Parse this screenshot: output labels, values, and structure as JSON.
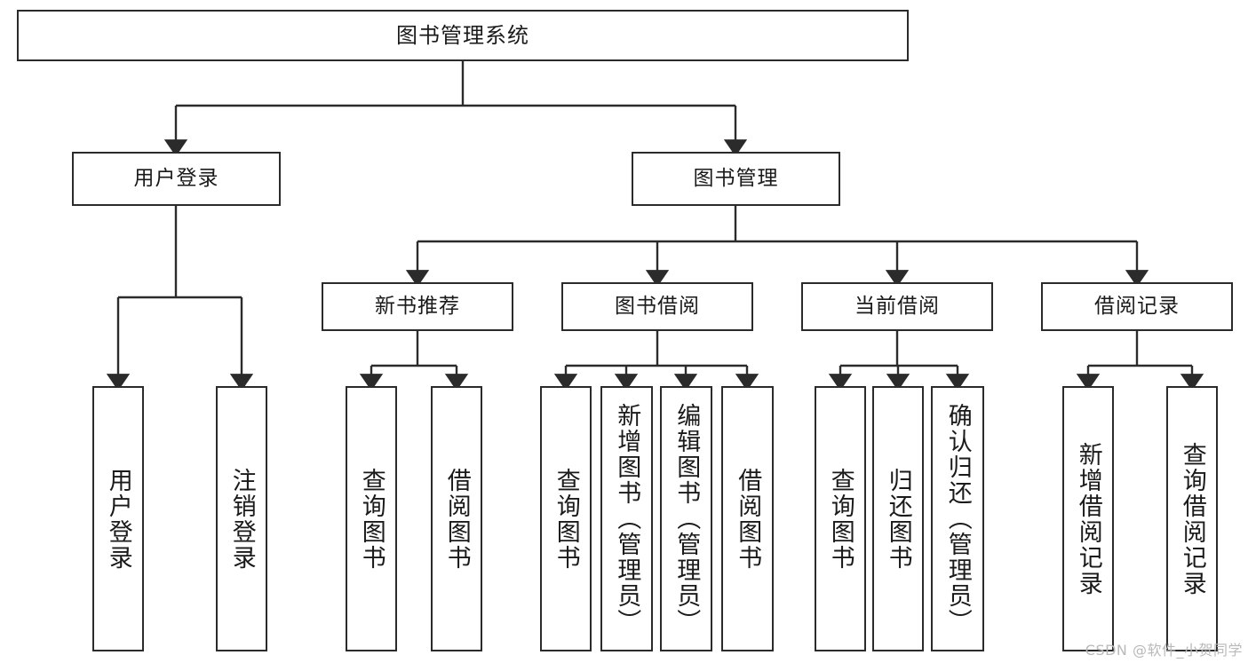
{
  "diagram": {
    "title": "图书管理系统",
    "type": "functional-structure-tree",
    "watermark": "CSDN @软件_小贺同学",
    "colors": {
      "box_border": "#2b2b2b",
      "box_fill": "#ffffff",
      "edge": "#2b2b2b",
      "text": "#1a1a1a",
      "watermark": "#b9b9b9"
    }
  },
  "nodes": {
    "root": {
      "label": "图书管理系统"
    },
    "level2": [
      {
        "id": "user-login",
        "label": "用户登录"
      },
      {
        "id": "book-manage",
        "label": "图书管理"
      }
    ],
    "level3": [
      {
        "id": "new-book-recommend",
        "label": "新书推荐"
      },
      {
        "id": "book-borrow",
        "label": "图书借阅"
      },
      {
        "id": "current-borrow",
        "label": "当前借阅"
      },
      {
        "id": "borrow-record",
        "label": "借阅记录"
      }
    ],
    "leaves": {
      "user_login": [
        {
          "id": "leaf-user-login",
          "label": "用户登录"
        },
        {
          "id": "leaf-logout-login",
          "label": "注销登录"
        }
      ],
      "new_book_recommend": [
        {
          "id": "leaf-query-book-1",
          "label": "查询图书"
        },
        {
          "id": "leaf-borrow-book-1",
          "label": "借阅图书"
        }
      ],
      "book_borrow": [
        {
          "id": "leaf-query-book-2",
          "label": "查询图书"
        },
        {
          "id": "leaf-add-book",
          "label": "新增图书（管理员）"
        },
        {
          "id": "leaf-edit-book",
          "label": "编辑图书（管理员）"
        },
        {
          "id": "leaf-borrow-book-2",
          "label": "借阅图书"
        }
      ],
      "current_borrow": [
        {
          "id": "leaf-query-book-3",
          "label": "查询图书"
        },
        {
          "id": "leaf-return-book",
          "label": "归还图书"
        },
        {
          "id": "leaf-confirm-return",
          "label": "确认归还（管理员）"
        }
      ],
      "borrow_record": [
        {
          "id": "leaf-add-record",
          "label": "新增借阅记录"
        },
        {
          "id": "leaf-query-record",
          "label": "查询借阅记录"
        }
      ]
    }
  }
}
